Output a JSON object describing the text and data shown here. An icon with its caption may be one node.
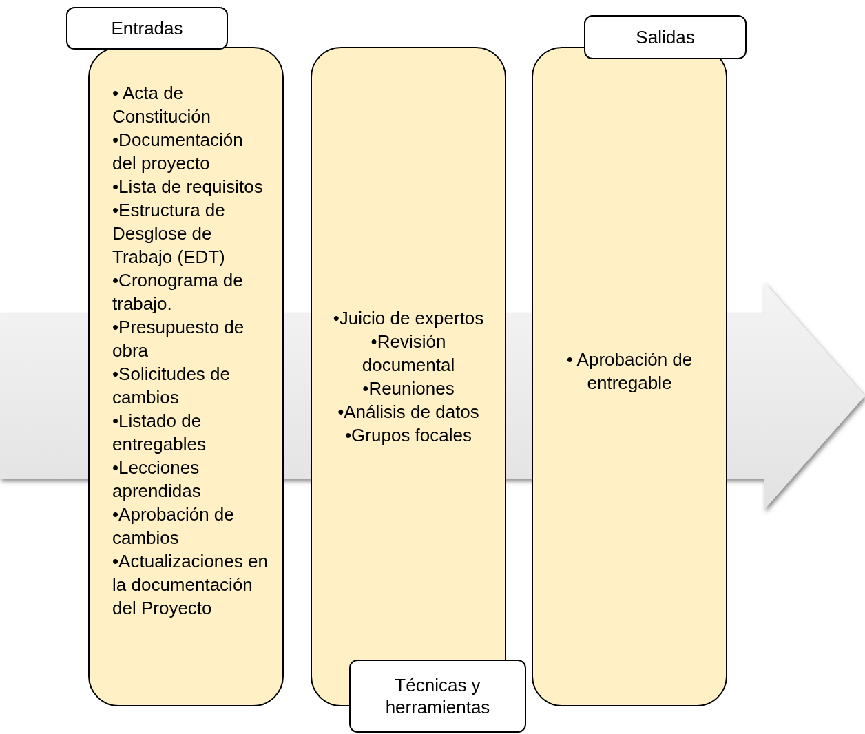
{
  "diagram": {
    "nodes": [
      {
        "text": [
          "Entradas",
          "• Acta de Constitución",
          "•Documentación del proyecto",
          "•Lista de requisitos",
          "•Estructura de Desglose de Trabajo (EDT)",
          "•Cronograma de trabajo.",
          "•Presupuesto de obra",
          "•Solicitudes de cambios",
          "•Listado de entregables",
          "•Lecciones aprendidas",
          "•Aprobación de cambios",
          "•Actualizaciones en la documentación del Proyecto"
        ]
      },
      {
        "text": [
          "•Juicio de expertos",
          "•Revisión documental",
          "•Reuniones",
          "•Análisis de datos",
          "•Grupos focales",
          "Técnicas y herramientas"
        ]
      },
      {
        "text": [
          "Salidas",
          "• Aprobación de entregable"
        ]
      }
    ]
  }
}
